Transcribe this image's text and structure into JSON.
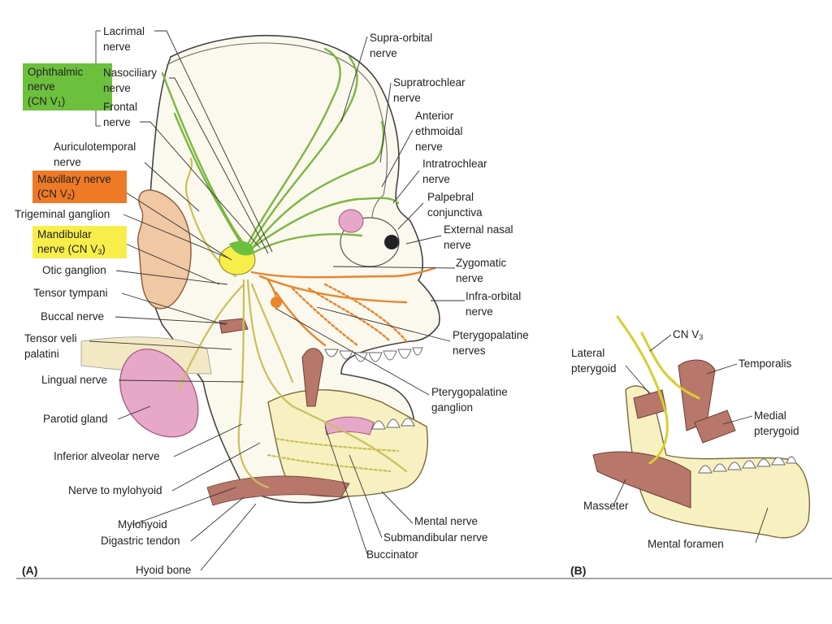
{
  "colors": {
    "ophthalmic": "#6dbf3e",
    "maxillary": "#ee7a26",
    "mandibular": "#f8ee4a",
    "nerve_green": "#7cb642",
    "nerve_orange": "#e9852c",
    "nerve_yellow": "#d7cf6a",
    "muscle": "#b7776a",
    "bone": "#f7f0c0",
    "gland": "#e7a7c8",
    "skin": "#f6eccc"
  },
  "panel_a": {
    "panel_label": "(A)",
    "ophthalmic_box": {
      "line1": "Ophthalmic",
      "line2": "nerve",
      "line3": "(CN V",
      "sub": "1",
      ")": ")"
    },
    "maxillary_box": {
      "line1": "Maxillary nerve",
      "line2": "(CN V",
      "sub": "2"
    },
    "mandibular_box": {
      "line1": "Mandibular",
      "line2": "nerve (CN V",
      "sub": "3"
    },
    "labels": {
      "lacrimal": [
        "Lacrimal",
        "nerve"
      ],
      "nasociliary": [
        "Nasociliary",
        "nerve"
      ],
      "frontal": [
        "Frontal",
        "nerve"
      ],
      "auriculotemporal": [
        "Auriculotemporal",
        "nerve"
      ],
      "trigeminal_ganglion": "Trigeminal ganglion",
      "otic_ganglion": "Otic ganglion",
      "tensor_tympani": "Tensor tympani",
      "buccal_nerve": "Buccal nerve",
      "tensor_veli": [
        "Tensor veli",
        "palatini"
      ],
      "lingual_nerve": "Lingual nerve",
      "parotid_gland": "Parotid gland",
      "inferior_alveolar": "Inferior alveolar nerve",
      "nerve_to_mylohyoid": "Nerve to mylohyoid",
      "mylohyoid": "Mylohyoid",
      "digastric_tendon": "Digastric tendon",
      "hyoid_bone": "Hyoid bone",
      "supra_orbital": [
        "Supra-orbital",
        "nerve"
      ],
      "supratrochlear": [
        "Supratrochlear",
        "nerve"
      ],
      "anterior_ethmoidal": [
        "Anterior",
        "ethmoidal",
        "nerve"
      ],
      "infratrochlear": [
        "Intratrochlear",
        "nerve"
      ],
      "palpebral": [
        "Palpebral",
        "conjunctiva"
      ],
      "external_nasal": [
        "External nasal",
        "nerve"
      ],
      "zygomatic": [
        "Zygomatic",
        "nerve"
      ],
      "infra_orbital": [
        "Infra-orbital",
        "nerve"
      ],
      "pterygopalatine_nerves": [
        "Pterygopalatine",
        "nerves"
      ],
      "pterygopalatine_ganglion": [
        "Pterygopalatine",
        "ganglion"
      ],
      "mental_nerve": "Mental nerve",
      "submandibular_nerve": "Submandibular nerve",
      "buccinator": "Buccinator"
    }
  },
  "panel_b": {
    "panel_label": "(B)",
    "labels": {
      "cn_v3": "CN V",
      "cn_v3_sub": "3",
      "lateral_pterygoid": [
        "Lateral",
        "pterygoid"
      ],
      "temporalis": "Temporalis",
      "medial_pterygoid": [
        "Medial",
        "pterygoid"
      ],
      "masseter": "Masseter",
      "mental_foramen": "Mental foramen"
    }
  }
}
